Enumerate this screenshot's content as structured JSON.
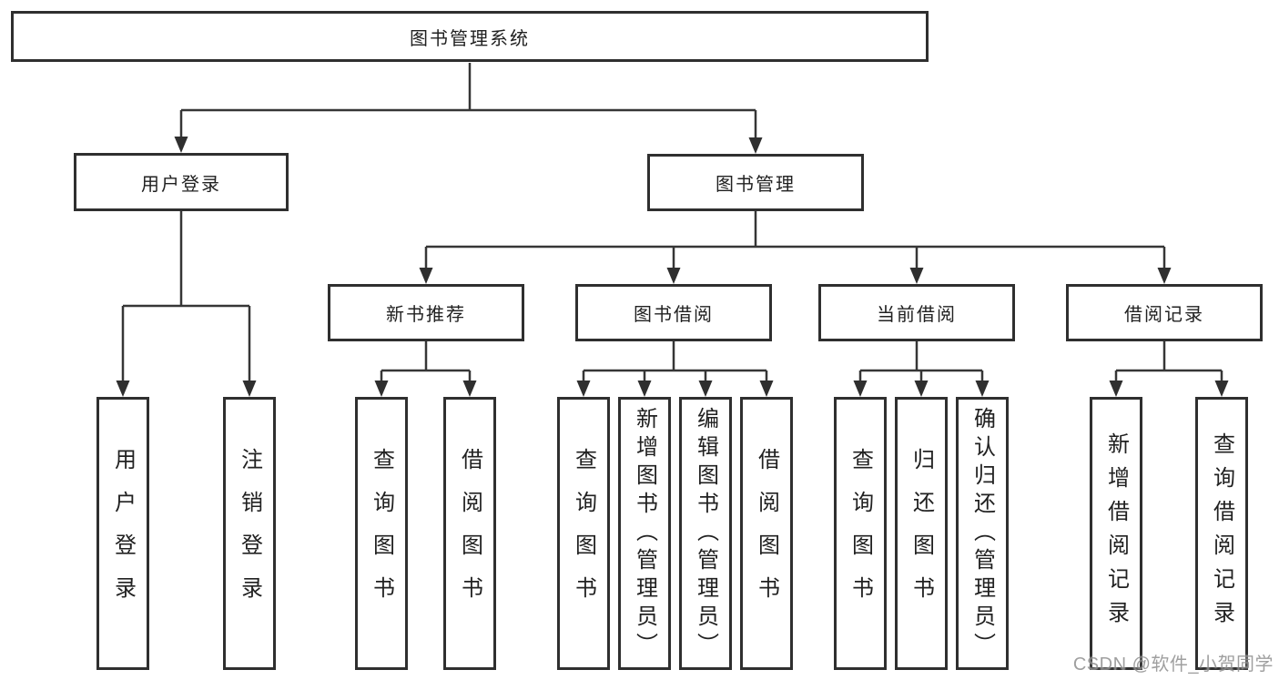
{
  "tree": {
    "root_label": "图书管理系统",
    "branches": [
      {
        "label": "用户登录",
        "children": [
          "用户登录",
          "注销登录"
        ]
      },
      {
        "label": "图书管理",
        "groups": [
          {
            "label": "新书推荐",
            "children": [
              "查询图书",
              "借阅图书"
            ]
          },
          {
            "label": "图书借阅",
            "children": [
              "查询图书",
              "新增图书（管理员）",
              "编辑图书（管理员）",
              "借阅图书"
            ]
          },
          {
            "label": "当前借阅",
            "children": [
              "查询图书",
              "归还图书",
              "确认归还（管理员）"
            ]
          },
          {
            "label": "借阅记录",
            "children": [
              "新增借阅记录",
              "查询借阅记录"
            ]
          }
        ]
      }
    ]
  },
  "watermark": {
    "text": "CSDN @软件_小贺同学"
  },
  "colors": {
    "line": "#363636",
    "box_border": "#2f2f2f",
    "text": "#212121",
    "watermark": "#8f8f8f",
    "background": "#ffffff"
  }
}
